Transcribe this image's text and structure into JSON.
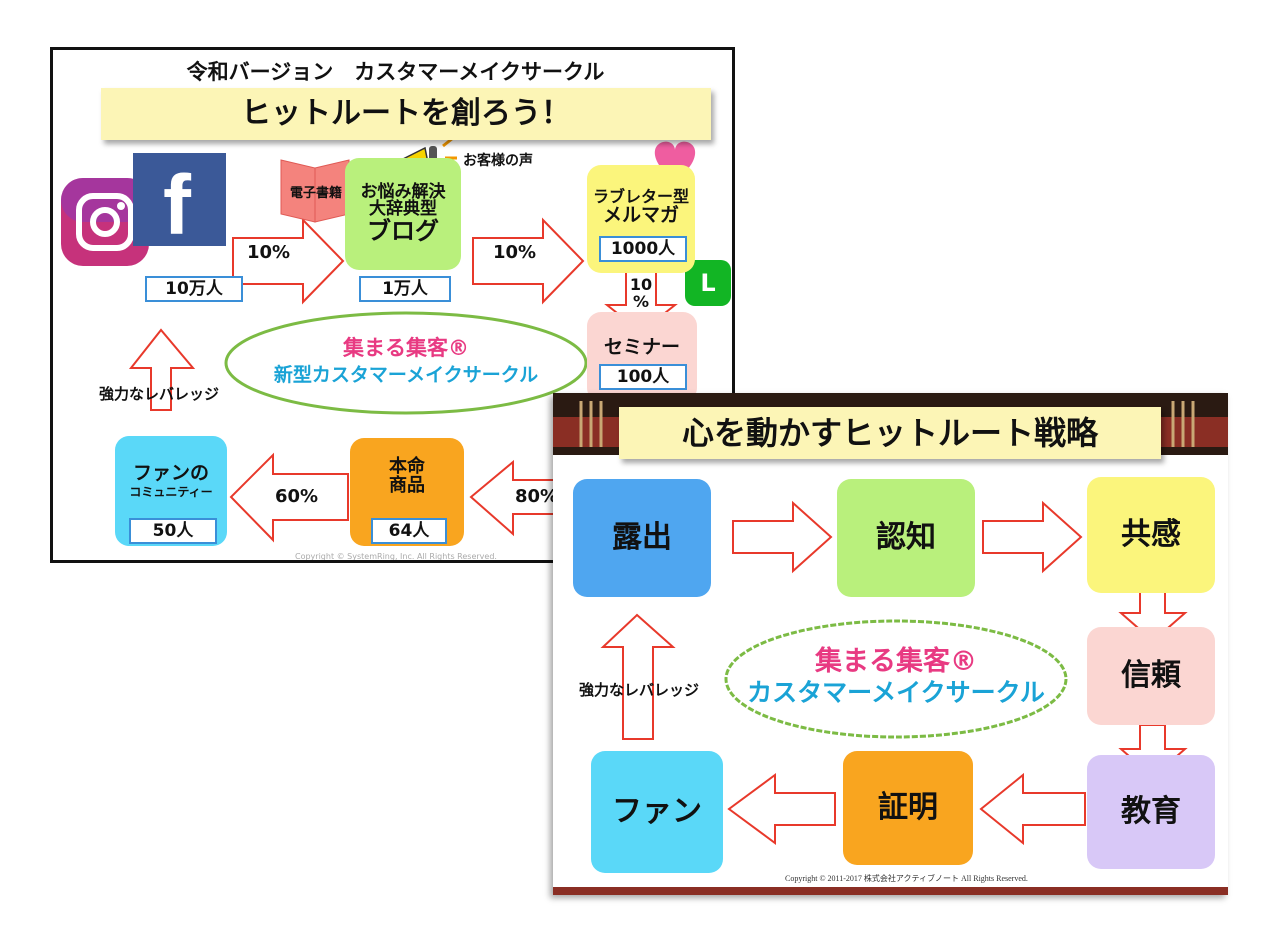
{
  "slide1": {
    "title": "令和バージョン　カスタマーメイクサークル",
    "banner": "ヒットルートを創ろう！",
    "voice_label": "お客様の声",
    "ebook_label": "電子書籍",
    "sns_count": "10万人",
    "blog": {
      "line1": "お悩み解決",
      "line2": "大辞典型",
      "line3": "ブログ",
      "count": "1万人"
    },
    "mailmag": {
      "line1": "ラブレター型",
      "line2": "メルマガ",
      "count": "1000人"
    },
    "seminar": {
      "label": "セミナー",
      "count": "100人"
    },
    "product": {
      "line1": "本命",
      "line2": "商品",
      "count": "64人"
    },
    "community": {
      "line1": "ファンの",
      "line2": "コミュニティー",
      "count": "50人"
    },
    "pct_sns_blog": "10%",
    "pct_blog_mail": "10%",
    "pct_mail_seminar": "10\n%",
    "pct_seminar_product": "80%",
    "pct_product_fan": "60%",
    "leverage": "強力なレバレッジ",
    "center_line1": "集まる集客®",
    "center_line2": "新型カスタマーメイクサークル",
    "copyright": "Copyright © SystemRing, Inc. All Rights Reserved.",
    "line_icon_letter": "L"
  },
  "slide2": {
    "banner": "心を動かすヒットルート戦略",
    "steps": [
      "露出",
      "認知",
      "共感",
      "信頼",
      "教育",
      "証明",
      "ファン"
    ],
    "leverage": "強力なレバレッジ",
    "center_line1": "集まる集客®",
    "center_line2": "カスタマーメイクサークル",
    "copyright": "Copyright © 2011-2017 株式会社アクティブノート All Rights Reserved."
  },
  "colors": {
    "pink": "#e83a82",
    "cyan": "#1aa3d6",
    "green": "#b9f07c",
    "yellow": "#fbf57c",
    "blue": "#4fa6f0",
    "orange": "#f9a51f",
    "lightpink": "#fbd6d2",
    "purple": "#d8c8f7",
    "skyblue": "#5ad8f8"
  }
}
